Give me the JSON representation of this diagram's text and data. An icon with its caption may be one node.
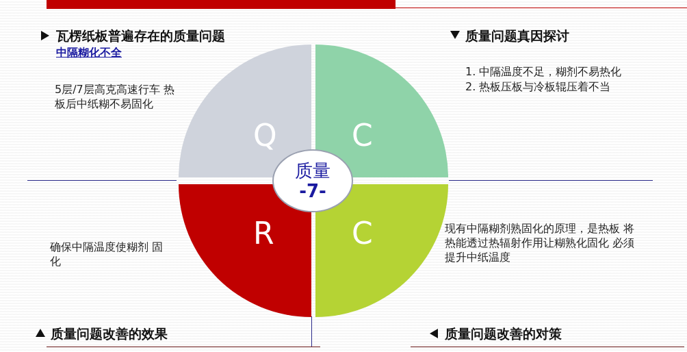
{
  "diagram": {
    "nodes": [
      {
        "text": [
          "Q"
        ]
      },
      {
        "text": [
          "C"
        ]
      },
      {
        "text": [
          "R"
        ]
      },
      {
        "text": [
          "C"
        ]
      },
      {
        "text": [
          "质量",
          "-7-"
        ]
      }
    ],
    "edges": [],
    "labels": [
      "瓦楞纸板普遍存在的质量问题",
      "中隔糊化不全",
      "5层/7层高克高速行车 热板后中纸糊不易固化",
      "质量问题真因探讨",
      "1. 中隔温度不足，糊剂不易热化",
      "2. 热板压板与冷板辊压着不当",
      "确保中隔温度使糊剂 固化",
      "质量问题改善的效果",
      "现有中隔糊剂熟固化的原理，是热板 将热能透过热辐射作用让糊熟化固化 必须提升中纸温度",
      "质量问题改善的对策"
    ]
  }
}
